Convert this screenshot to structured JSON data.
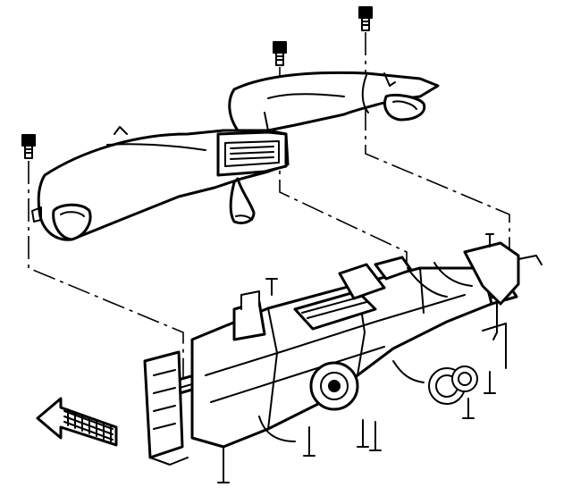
{
  "diagram": {
    "colors": {
      "ink": "#000000",
      "paper": "#ffffff"
    },
    "parts": [
      {
        "id": "upper-duct",
        "icon": "air-duct-icon"
      },
      {
        "id": "lower-duct",
        "icon": "air-duct-icon"
      },
      {
        "id": "fastener-1",
        "icon": "bolt-icon"
      },
      {
        "id": "fastener-2",
        "icon": "bolt-icon"
      },
      {
        "id": "fastener-3",
        "icon": "bolt-icon"
      },
      {
        "id": "hvac-module",
        "icon": "hvac-assembly-icon"
      },
      {
        "id": "front-arrow",
        "icon": "direction-arrow-icon"
      }
    ]
  }
}
